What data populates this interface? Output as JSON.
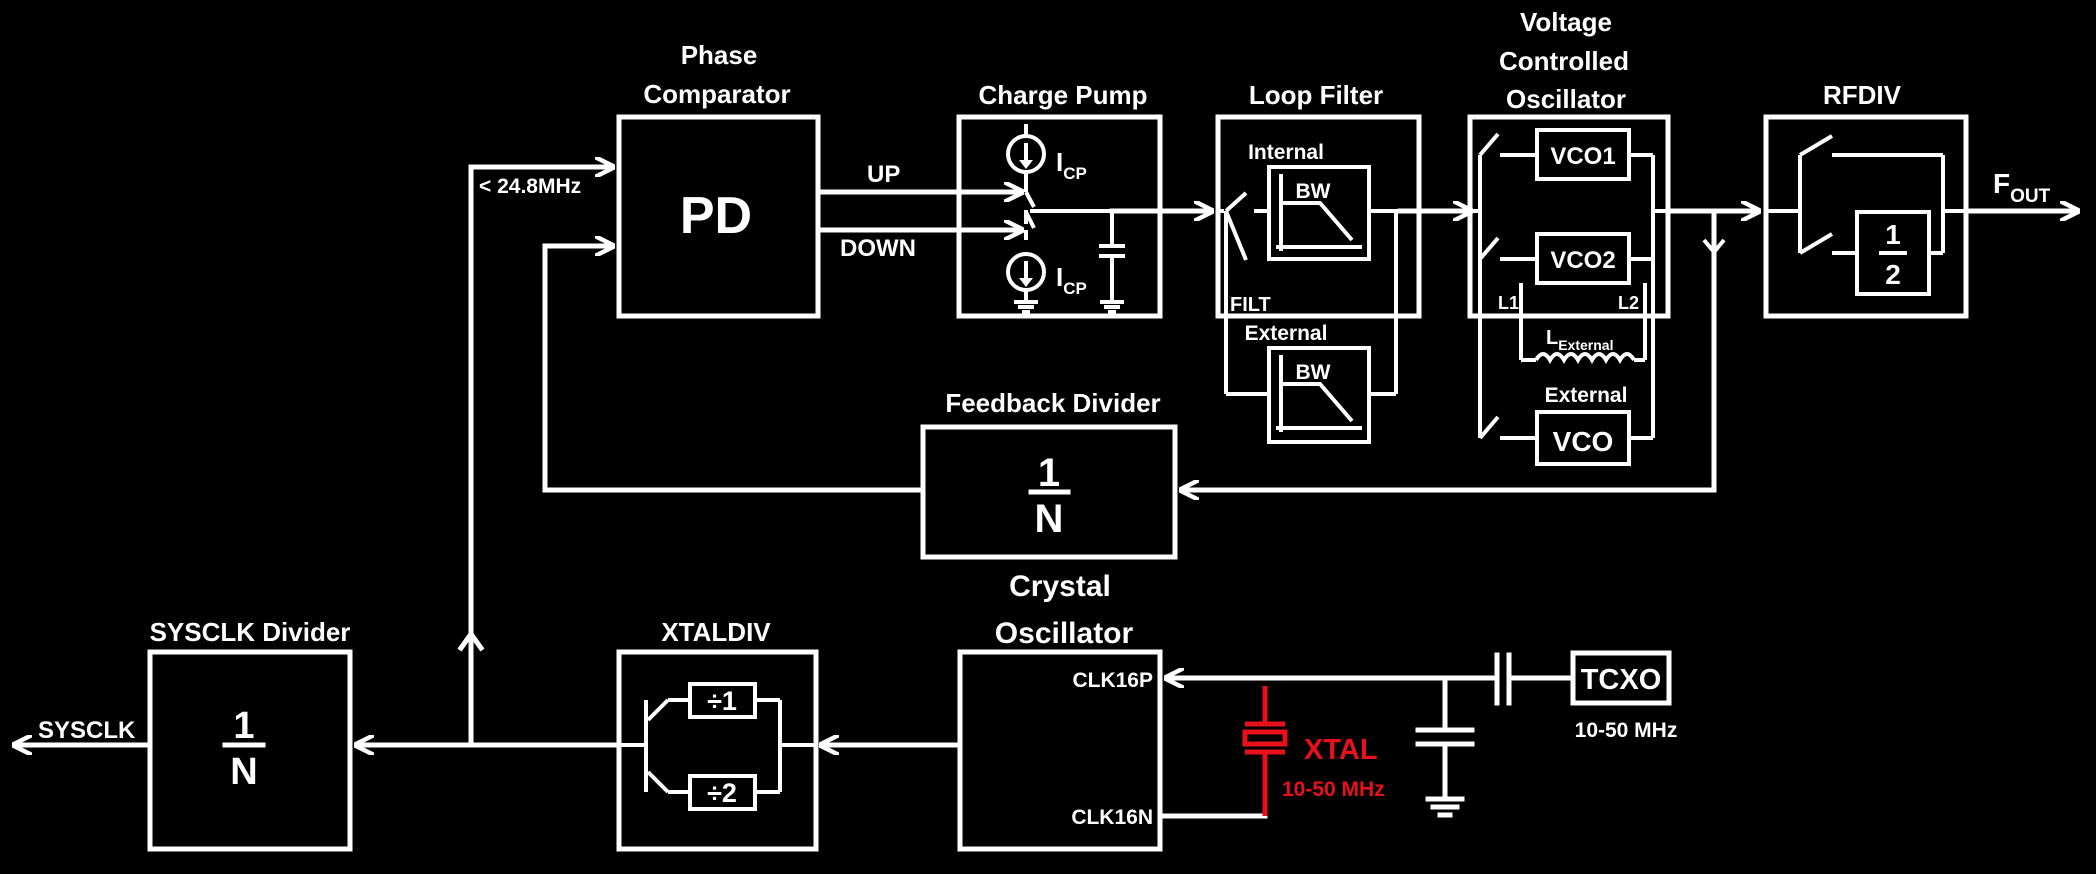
{
  "colors": {
    "background": "#000000",
    "line": "#ffffff",
    "crystal": "#e8101a"
  },
  "blocks": {
    "phase_comparator": {
      "title_line1": "Phase",
      "title_line2": "Comparator",
      "body": "PD"
    },
    "charge_pump": {
      "title": "Charge Pump",
      "current_main": "I",
      "current_sub": "CP"
    },
    "loop_filter": {
      "title": "Loop Filter",
      "internal": "Internal",
      "external": "External",
      "bw": "BW",
      "filt": "FILT"
    },
    "vco": {
      "title_line1": "Voltage",
      "title_line2": "Controlled",
      "title_line3": "Oscillator",
      "vco1": "VCO1",
      "vco2": "VCO2",
      "l1": "L1",
      "l2": "L2",
      "lext_main": "L",
      "lext_sub": "External",
      "external_label": "External",
      "ext_vco": "VCO"
    },
    "rfdiv": {
      "title": "RFDIV",
      "num": "1",
      "den": "2"
    },
    "feedback_divider": {
      "title": "Feedback Divider",
      "num": "1",
      "den": "N"
    },
    "crystal_oscillator": {
      "title_line1": "Crystal",
      "title_line2": "Oscillator",
      "clkp": "CLK16P",
      "clkn": "CLK16N"
    },
    "xtaldiv": {
      "title": "XTALDIV",
      "div1": "÷1",
      "div2": "÷2"
    },
    "sysclk_divider": {
      "title": "SYSCLK Divider",
      "num": "1",
      "den": "N"
    },
    "tcxo": {
      "label": "TCXO",
      "freq": "10-50 MHz"
    },
    "xtal": {
      "label": "XTAL",
      "freq": "10-50 MHz"
    }
  },
  "signals": {
    "up": "UP",
    "down": "DOWN",
    "ref_freq": "< 24.8MHz",
    "fout_main": "F",
    "fout_sub": "OUT",
    "sysclk": "SYSCLK"
  }
}
